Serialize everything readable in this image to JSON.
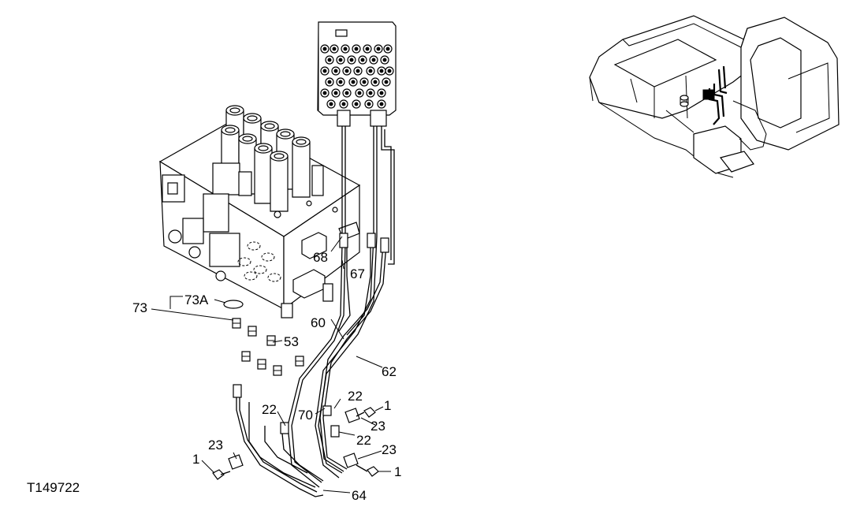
{
  "figure_id": "T149722",
  "callouts": {
    "c1a": "1",
    "c1b": "1",
    "c1c": "1",
    "c22a": "22",
    "c22b": "22",
    "c22c": "22",
    "c23a": "23",
    "c23b": "23",
    "c23c": "23",
    "c53": "53",
    "c60": "60",
    "c62": "62",
    "c64": "64",
    "c67": "67",
    "c68": "68",
    "c70": "70",
    "c73": "73",
    "c73a": "73A"
  }
}
